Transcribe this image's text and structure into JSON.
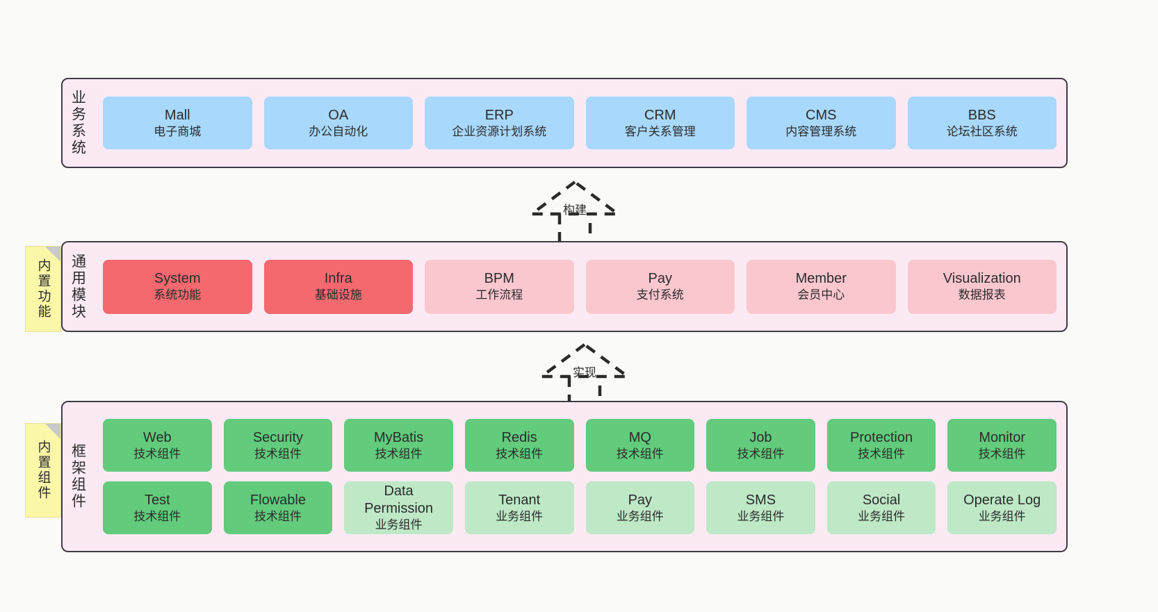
{
  "diagram": {
    "background_color": "#fafaf8",
    "panel_fill": "#fbeaf4",
    "panel_border": "#3f3b44",
    "sticky_color": "#fbf7a8"
  },
  "layers": [
    {
      "id": "business",
      "title": "业务系统",
      "sticky": null,
      "rows": [
        {
          "cards": [
            {
              "en": "Mall",
              "cn": "电子商城",
              "color": "#a8d8fb",
              "variant": "c-blue"
            },
            {
              "en": "OA",
              "cn": "办公自动化",
              "color": "#a8d8fb",
              "variant": "c-blue"
            },
            {
              "en": "ERP",
              "cn": "企业资源计划系统",
              "color": "#a8d8fb",
              "variant": "c-blue"
            },
            {
              "en": "CRM",
              "cn": "客户关系管理",
              "color": "#a8d8fb",
              "variant": "c-blue"
            },
            {
              "en": "CMS",
              "cn": "内容管理系统",
              "color": "#a8d8fb",
              "variant": "c-blue"
            },
            {
              "en": "BBS",
              "cn": "论坛社区系统",
              "color": "#a8d8fb",
              "variant": "c-blue"
            }
          ]
        }
      ]
    },
    {
      "id": "common",
      "title": "通用模块",
      "sticky": "内置功能",
      "rows": [
        {
          "cards": [
            {
              "en": "System",
              "cn": "系统功能",
              "color": "#f4696f",
              "variant": "c-red-strong"
            },
            {
              "en": "Infra",
              "cn": "基础设施",
              "color": "#f4696f",
              "variant": "c-red-strong"
            },
            {
              "en": "BPM",
              "cn": "工作流程",
              "color": "#fbc7cf",
              "variant": "c-red-light"
            },
            {
              "en": "Pay",
              "cn": "支付系统",
              "color": "#fbc7cf",
              "variant": "c-red-light"
            },
            {
              "en": "Member",
              "cn": "会员中心",
              "color": "#fbc7cf",
              "variant": "c-red-light"
            },
            {
              "en": "Visualization",
              "cn": "数据报表",
              "color": "#fbc7cf",
              "variant": "c-red-light"
            }
          ]
        }
      ]
    },
    {
      "id": "framework",
      "title": "框架组件",
      "sticky": "内置组件",
      "rows": [
        {
          "cards": [
            {
              "en": "Web",
              "cn": "技术组件",
              "color": "#62cb7c",
              "variant": "c-green-strong"
            },
            {
              "en": "Security",
              "cn": "技术组件",
              "color": "#62cb7c",
              "variant": "c-green-strong"
            },
            {
              "en": "MyBatis",
              "cn": "技术组件",
              "color": "#62cb7c",
              "variant": "c-green-strong"
            },
            {
              "en": "Redis",
              "cn": "技术组件",
              "color": "#62cb7c",
              "variant": "c-green-strong"
            },
            {
              "en": "MQ",
              "cn": "技术组件",
              "color": "#62cb7c",
              "variant": "c-green-strong"
            },
            {
              "en": "Job",
              "cn": "技术组件",
              "color": "#62cb7c",
              "variant": "c-green-strong"
            },
            {
              "en": "Protection",
              "cn": "技术组件",
              "color": "#62cb7c",
              "variant": "c-green-strong"
            },
            {
              "en": "Monitor",
              "cn": "技术组件",
              "color": "#62cb7c",
              "variant": "c-green-strong"
            }
          ]
        },
        {
          "cards": [
            {
              "en": "Test",
              "cn": "技术组件",
              "color": "#62cb7c",
              "variant": "c-green-strong"
            },
            {
              "en": "Flowable",
              "cn": "技术组件",
              "color": "#62cb7c",
              "variant": "c-green-strong"
            },
            {
              "en": "Data Permission",
              "cn": "业务组件",
              "color": "#bee8c6",
              "variant": "c-green-light"
            },
            {
              "en": "Tenant",
              "cn": "业务组件",
              "color": "#bee8c6",
              "variant": "c-green-light"
            },
            {
              "en": "Pay",
              "cn": "业务组件",
              "color": "#bee8c6",
              "variant": "c-green-light"
            },
            {
              "en": "SMS",
              "cn": "业务组件",
              "color": "#bee8c6",
              "variant": "c-green-light"
            },
            {
              "en": "Social",
              "cn": "业务组件",
              "color": "#bee8c6",
              "variant": "c-green-light"
            },
            {
              "en": "Operate Log",
              "cn": "业务组件",
              "color": "#bee8c6",
              "variant": "c-green-light"
            }
          ]
        }
      ]
    }
  ],
  "connectors": [
    {
      "id": "build",
      "label": "构建",
      "from": "common",
      "to": "business"
    },
    {
      "id": "realize",
      "label": "实现",
      "from": "framework",
      "to": "common"
    }
  ]
}
